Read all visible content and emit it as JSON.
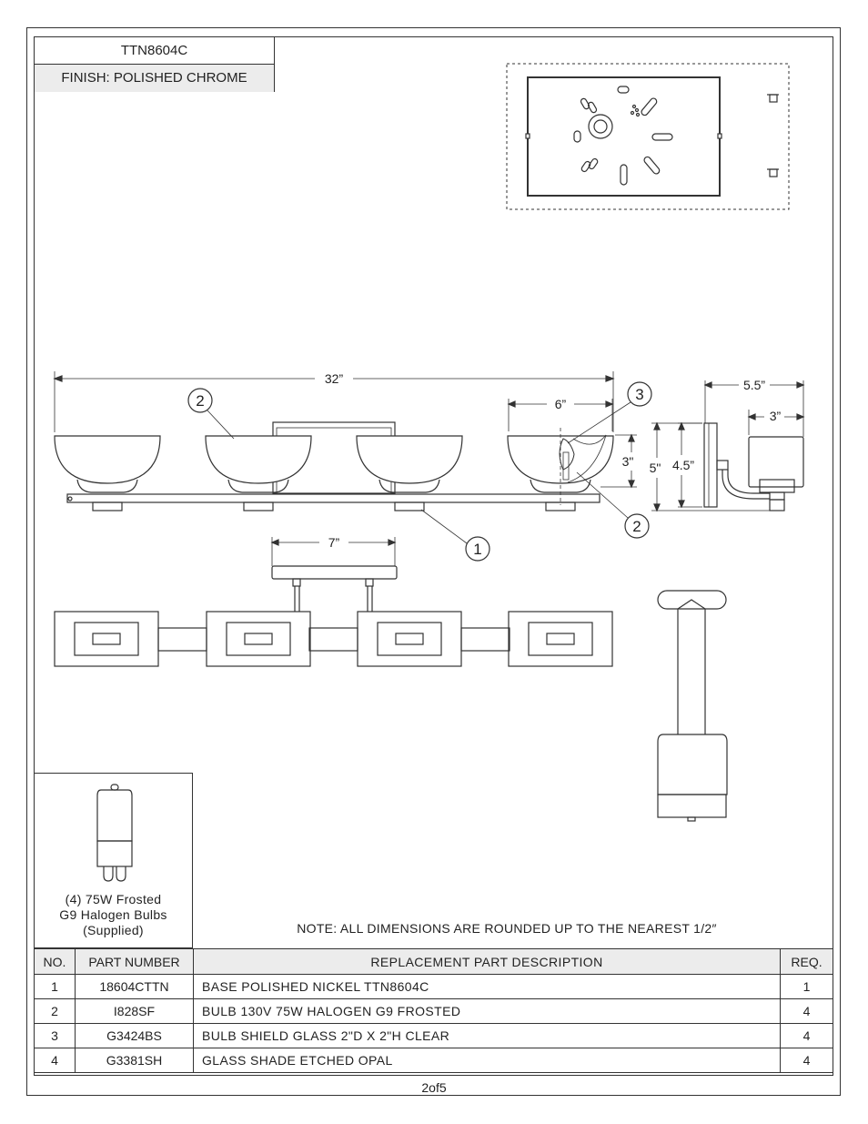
{
  "header": {
    "model": "TTN8604C",
    "finish": "FINISH: POLISHED CHROME"
  },
  "dimensions": {
    "overall_width": "32”",
    "shade_width": "6”",
    "shade_height": "3\"",
    "spacing": "7”",
    "extension": "5.5”",
    "side_shade_width": "3”",
    "backplate_height": "4.5”",
    "overall_height": "5\""
  },
  "callouts": {
    "part_2_left": "2",
    "part_3": "3",
    "part_2_right": "2",
    "part_1": "1"
  },
  "bulb": {
    "caption_line1": "(4) 75W Frosted",
    "caption_line2": "G9 Halogen Bulbs",
    "caption_line3": "(Supplied)"
  },
  "note": "NOTE:  ALL DIMENSIONS ARE ROUNDED UP TO THE NEAREST  1/2″",
  "parts_table": {
    "headers": {
      "no": "NO.",
      "part_number": "PART NUMBER",
      "description": "REPLACEMENT PART DESCRIPTION",
      "req": "REQ."
    },
    "rows": [
      {
        "no": "1",
        "part_number": "18604CTTN",
        "description": "BASE POLISHED NICKEL TTN8604C",
        "req": "1"
      },
      {
        "no": "2",
        "part_number": "I828SF",
        "description": "BULB 130V 75W HALOGEN G9 FROSTED",
        "req": "4"
      },
      {
        "no": "3",
        "part_number": "G3424BS",
        "description": "BULB SHIELD GLASS 2\"D X 2\"H CLEAR",
        "req": "4"
      },
      {
        "no": "4",
        "part_number": "G3381SH",
        "description": "GLASS SHADE ETCHED OPAL",
        "req": "4"
      }
    ]
  },
  "page_number": "2of5"
}
